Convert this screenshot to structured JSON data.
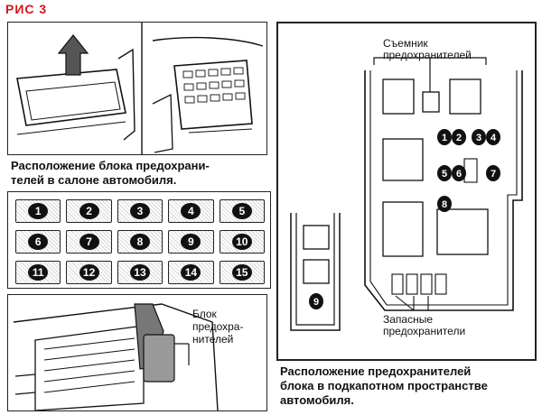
{
  "figure_label": "РИС 3",
  "cabin_caption": "Расположение блока предохрани-\nтелей в салоне автомобиля.",
  "fuse_grid": [
    "1",
    "2",
    "3",
    "4",
    "5",
    "6",
    "7",
    "8",
    "9",
    "10",
    "11",
    "12",
    "13",
    "14",
    "15"
  ],
  "bottom_left_label": "Блок\nпредохра-\nнителей",
  "engine_panel": {
    "puller_label": "Съемник\nпредохранителей",
    "spare_label": "Запасные\nпредохранители",
    "fuses": [
      "1",
      "2",
      "3",
      "4",
      "5",
      "6",
      "7",
      "8",
      "9"
    ]
  },
  "engine_caption": "Расположение предохранителей\nблока в подкапотном пространстве\nавтомобиля."
}
